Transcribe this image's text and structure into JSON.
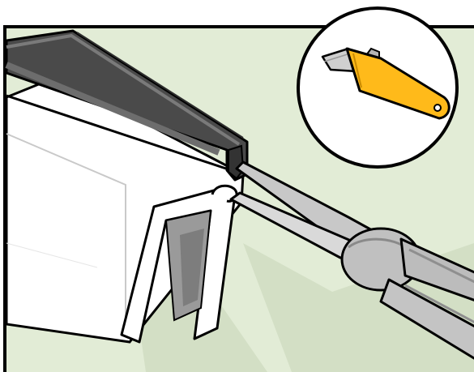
{
  "illustration": {
    "tools": [
      "utility-knife",
      "needle-nose-pliers"
    ],
    "parts": [
      "door-frame-edge",
      "rubber-weatherstrip-gasket",
      "metal-clip"
    ],
    "inset": "utility-knife-callout"
  },
  "colors": {
    "background": "#e2ecd6",
    "frame": "#ffffff",
    "outline": "#000000",
    "gasket_dark": "#4a4a4a",
    "gasket_mid": "#6d6d6d",
    "tool_gray": "#b9b9b9",
    "tool_light": "#d9d9d9",
    "knife_yellow": "#ffba1a",
    "blade_gray": "#cfcfcf"
  }
}
